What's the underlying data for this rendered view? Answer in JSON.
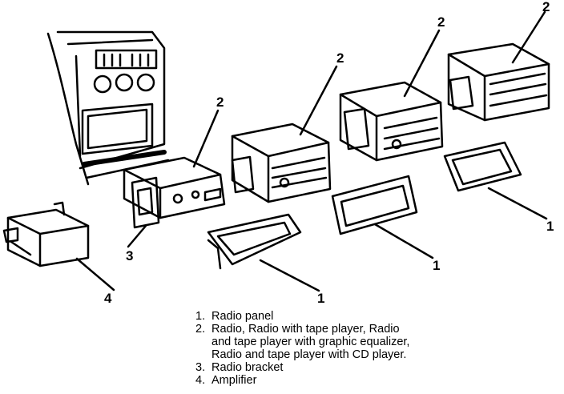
{
  "callouts": {
    "amplifier": "4",
    "bracket": "3",
    "radio_1": "2",
    "radio_2": "2",
    "radio_3": "2",
    "radio_4": "2",
    "panel_1": "1",
    "panel_2": "1",
    "panel_3": "1"
  },
  "legend": [
    {
      "num": "1.",
      "lines": [
        "Radio panel"
      ]
    },
    {
      "num": "2.",
      "lines": [
        "Radio, Radio with tape player, Radio",
        "and tape player with graphic equalizer,",
        "Radio and tape player with CD player."
      ]
    },
    {
      "num": "3.",
      "lines": [
        "Radio bracket"
      ]
    },
    {
      "num": "4.",
      "lines": [
        "Amplifier"
      ]
    }
  ]
}
